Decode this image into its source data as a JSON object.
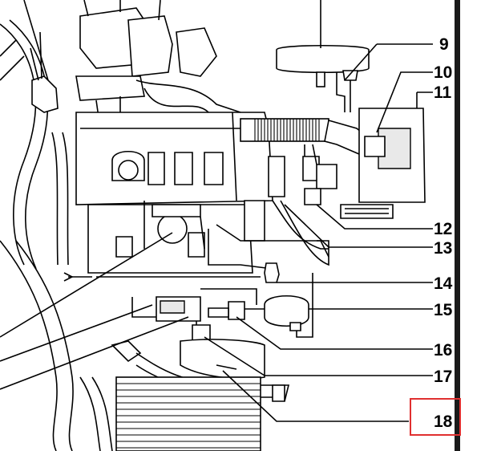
{
  "callouts": [
    "9",
    "10",
    "11",
    "12",
    "13",
    "14",
    "15",
    "16",
    "17",
    "18"
  ],
  "highlight": {
    "label": "18",
    "color": "#e03030"
  },
  "colors": {
    "line": "#000000",
    "background": "#ffffff",
    "frame": "#1a1a1a"
  }
}
